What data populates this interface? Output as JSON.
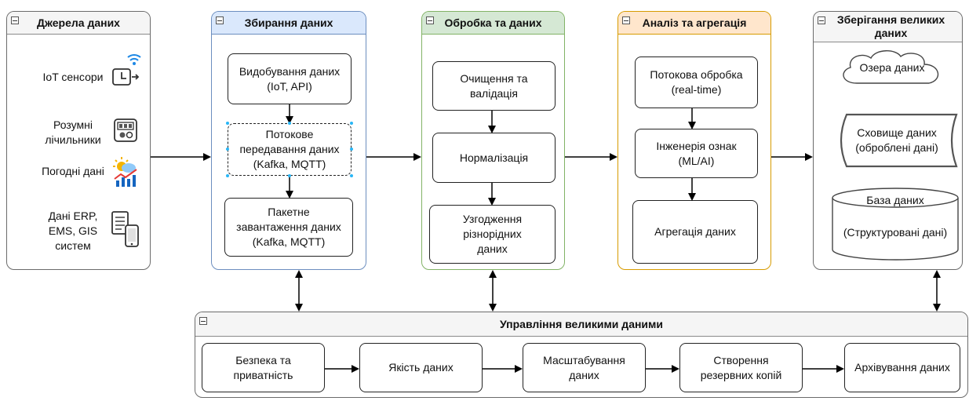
{
  "sources": {
    "title": "Джерела даних",
    "items": [
      {
        "label": "IoT сенсори",
        "icon": "iot-sensor-icon"
      },
      {
        "label": "Розумні\nлічильники",
        "icon": "smart-meter-icon"
      },
      {
        "label": "Погодні дані",
        "icon": "weather-chart-icon"
      },
      {
        "label": "Дані ERP,\nEMS, GIS\nсистем",
        "icon": "documents-phone-icon"
      }
    ]
  },
  "collection": {
    "title": "Збирання даних",
    "boxes": [
      "Видобування даних\n(IoT, API)",
      "Потокове\nпередавання даних\n(Kafka, MQTT)",
      "Пакетне\nзавантаження даних\n(Kafka, MQTT)"
    ]
  },
  "processing": {
    "title": "Обробка та даних",
    "boxes": [
      "Очищення та\nвалідація",
      "Нормалізація",
      "Узгодження\nрізнорідних\nданих"
    ]
  },
  "analysis": {
    "title": "Аналіз та агрегація",
    "boxes": [
      "Потокова обробка\n(real-time)",
      "Інженерія ознак\n(ML/AI)",
      "Агрегація даних"
    ]
  },
  "storage": {
    "title": "Зберігання великих\nданих",
    "items": [
      "Озера даних",
      "Сховище даних\n(оброблені дані)",
      "База даних",
      "(Структуровані дані)"
    ]
  },
  "management": {
    "title": "Управління великими даними",
    "boxes": [
      "Безпека та\nприватність",
      "Якість даних",
      "Масштабування\nданих",
      "Створення\nрезервних копій",
      "Архівування даних"
    ]
  },
  "colors": {
    "sources_header": "#f5f5f5",
    "collection_header": "#dae8fc",
    "collection_border": "#6c8ebf",
    "processing_header": "#d5e8d4",
    "processing_border": "#82b366",
    "analysis_header": "#ffe6cc",
    "analysis_border": "#d79b00",
    "storage_header": "#f5f5f5",
    "management_header": "#f5f5f5"
  }
}
